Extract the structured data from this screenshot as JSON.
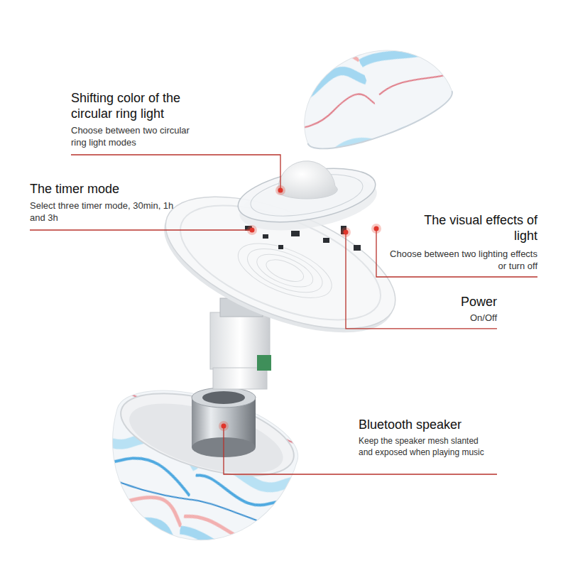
{
  "diagram": {
    "labels": [
      "Shifting color of the circular ring light",
      "Choose between two circular ring light modes",
      "The timer mode",
      "Select three timer mode, 30min, 1h and 3h",
      "The visual effects of light",
      "Choose between two lighting effects or turn off",
      "Power",
      "On/Off",
      "Bluetooth speaker",
      "Keep the speaker mesh slanted and exposed when playing music"
    ]
  }
}
